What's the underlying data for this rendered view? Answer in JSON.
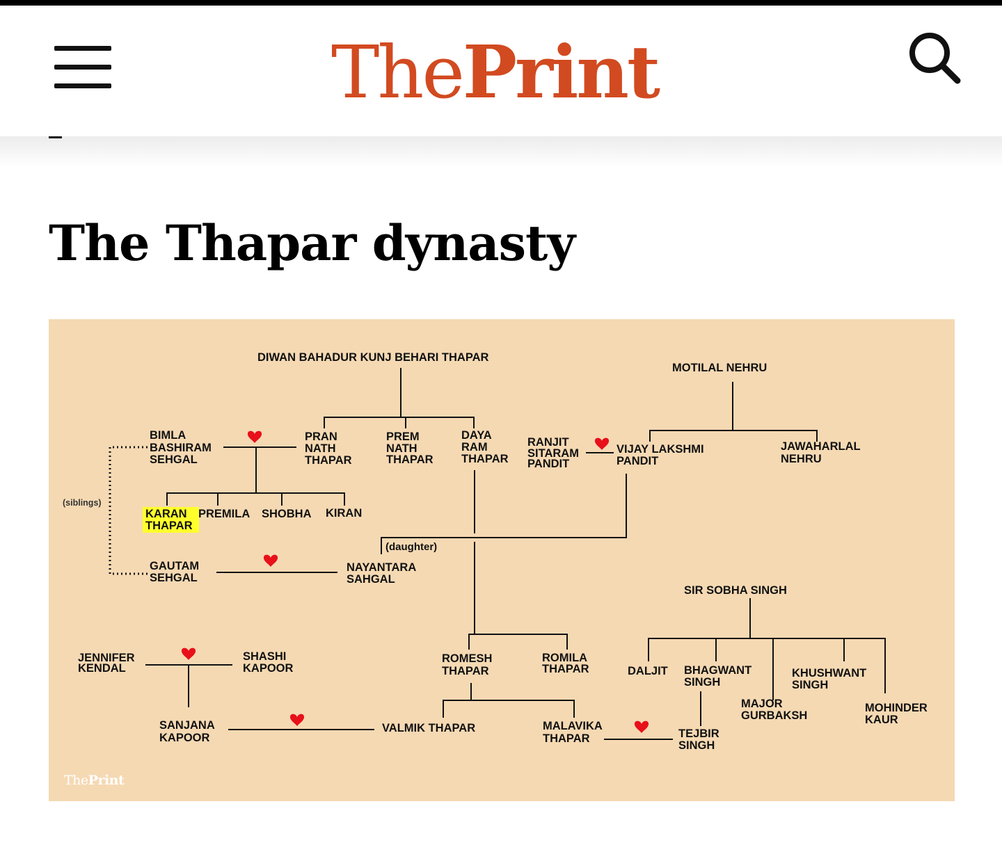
{
  "header": {
    "logo_the": "The",
    "logo_print": "Print",
    "menu_icon": "hamburger-menu-icon",
    "search_icon": "search-icon",
    "brand_color": "#d24a20"
  },
  "article": {
    "title": "The Thapar dynasty"
  },
  "family_tree": {
    "background": "#f5d9b3",
    "highlight_color": "#ffff2b",
    "heart_color": "#e8101a",
    "people": {
      "kunj_behari": "DIWAN BAHADUR KUNJ BEHARI THAPAR",
      "motilal": "MOTILAL NEHRU",
      "bimla": [
        "BIMLA",
        "BASHIRAM",
        "SEHGAL"
      ],
      "pran_nath": [
        "PRAN",
        "NATH",
        "THAPAR"
      ],
      "prem_nath": [
        "PREM",
        "NATH",
        "THAPAR"
      ],
      "daya_ram": [
        "DAYA",
        "RAM",
        "THAPAR"
      ],
      "ranjit": [
        "RANJIT",
        "SITARAM",
        "PANDIT"
      ],
      "vijay_lakshmi": [
        "VIJAY LAKSHMI",
        "PANDIT"
      ],
      "jawaharlal": [
        "JAWAHARLAL",
        "NEHRU"
      ],
      "karan": [
        "KARAN",
        "THAPAR"
      ],
      "premila": "PREMILA",
      "shobha": "SHOBHA",
      "kiran": "KIRAN",
      "gautam": [
        "GAUTAM",
        "SEHGAL"
      ],
      "nayantara": [
        "NAYANTARA",
        "SAHGAL"
      ],
      "sobha_singh": "SIR SOBHA SINGH",
      "jennifer": [
        "JENNIFER",
        "KENDAL"
      ],
      "shashi": [
        "SHASHI",
        "KAPOOR"
      ],
      "romesh": [
        "ROMESH",
        "THAPAR"
      ],
      "romila": [
        "ROMILA",
        "THAPAR"
      ],
      "daljit": "DALJIT",
      "bhagwant": [
        "BHAGWANT",
        "SINGH"
      ],
      "khushwant": [
        "KHUSHWANT",
        "SINGH"
      ],
      "gurbaksh": [
        "MAJOR",
        "GURBAKSH"
      ],
      "mohinder": [
        "MOHINDER",
        "KAUR"
      ],
      "sanjana": [
        "SANJANA",
        "KAPOOR"
      ],
      "valmik": "VALMIK THAPAR",
      "malavika": [
        "MALAVIKA",
        "THAPAR"
      ],
      "tejbir": [
        "TEJBIR",
        "SINGH"
      ]
    },
    "notes": {
      "siblings": "(siblings)",
      "daughter": "(daughter)"
    },
    "watermark_the": "The",
    "watermark_print": "Print"
  }
}
